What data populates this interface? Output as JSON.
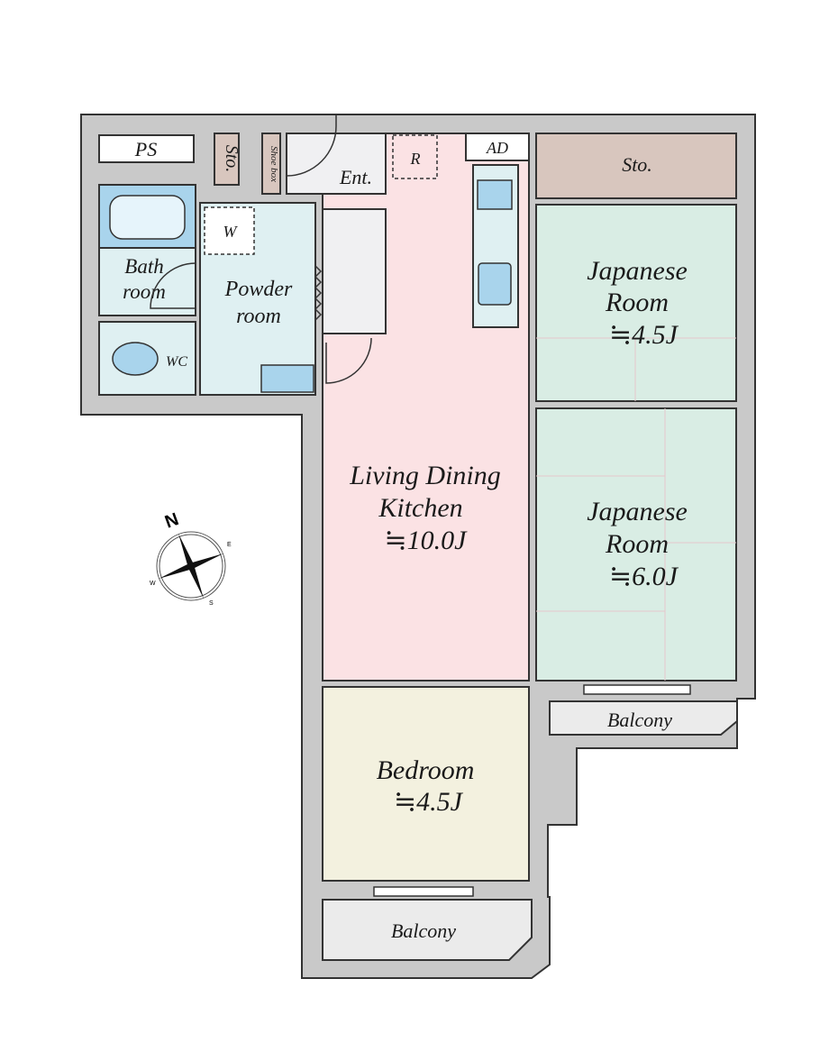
{
  "rooms": {
    "ps": "PS",
    "sto_small": "Sto.",
    "shoe_box": "Shoe box",
    "entrance": "Ent.",
    "refrigerator": "R",
    "ad": "AD",
    "sto_large": "Sto.",
    "washer": "W",
    "bath_line1": "Bath",
    "bath_line2": "room",
    "powder_line1": "Powder",
    "powder_line2": "room",
    "wc": "WC",
    "ldk_line1": "Living Dining",
    "ldk_line2": "Kitchen",
    "ldk_size": "≒10.0J",
    "jp1_line1": "Japanese",
    "jp1_line2": "Room",
    "jp1_size": "≒4.5J",
    "jp2_line1": "Japanese",
    "jp2_line2": "Room",
    "jp2_size": "≒6.0J",
    "bedroom": "Bedroom",
    "bedroom_size": "≒4.5J",
    "balcony_right": "Balcony",
    "balcony_bottom": "Balcony"
  },
  "compass": {
    "n": "N",
    "e": "E",
    "s": "S",
    "w": "W"
  },
  "colors": {
    "wall": "#c9c9c9",
    "ldk": "#fbe2e4",
    "japanese": "#d9ede4",
    "bedroom": "#f3f1df",
    "wet": "#dff0f2",
    "fixture": "#a9d4ec",
    "storage": "#d8c6be",
    "floor_gray": "#f0f0f2",
    "balcony": "#ebebeb"
  }
}
